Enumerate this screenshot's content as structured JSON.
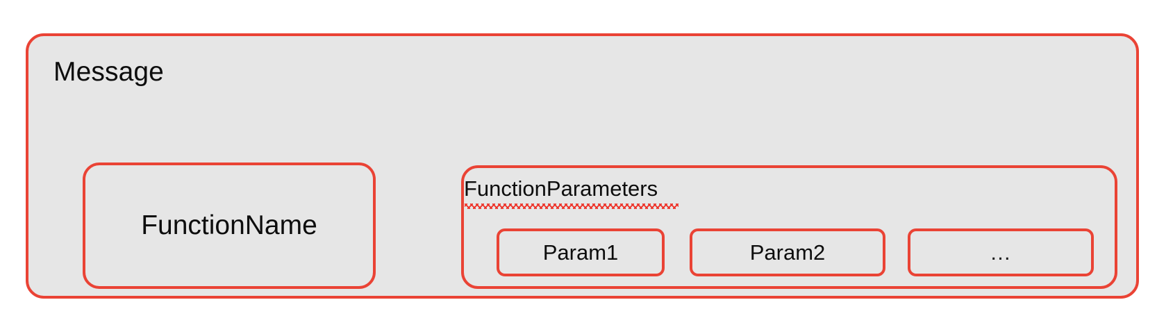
{
  "diagram": {
    "type": "nested-box-diagram",
    "title": "Message",
    "background_color": "#ffffff",
    "box_fill_color": "#e6e6e6",
    "border_color": "#ea4335",
    "text_color": "#0d0d0d",
    "spellcheck_underline_color": "#ee2e24"
  },
  "message": {
    "label": "Message",
    "children": {
      "function_name": {
        "label": "FunctionName"
      },
      "function_parameters": {
        "label": "FunctionParameters",
        "has_spellcheck_underline": true,
        "params": [
          {
            "label": "Param1"
          },
          {
            "label": "Param2"
          },
          {
            "label": "…"
          }
        ]
      }
    }
  }
}
